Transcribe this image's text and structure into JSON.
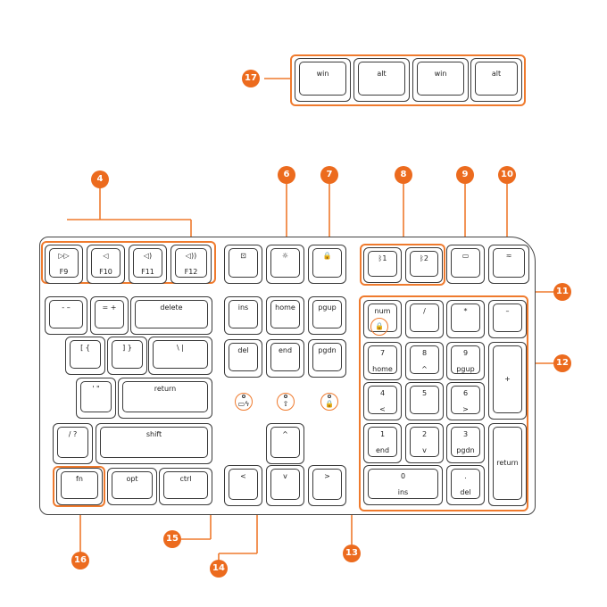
{
  "callouts": [
    {
      "id": "c17",
      "label": "17"
    },
    {
      "id": "c4",
      "label": "4"
    },
    {
      "id": "c6",
      "label": "6"
    },
    {
      "id": "c7",
      "label": "7"
    },
    {
      "id": "c8",
      "label": "8"
    },
    {
      "id": "c9",
      "label": "9"
    },
    {
      "id": "c10",
      "label": "10"
    },
    {
      "id": "c11",
      "label": "11"
    },
    {
      "id": "c12",
      "label": "12"
    },
    {
      "id": "c13",
      "label": "13"
    },
    {
      "id": "c14",
      "label": "14"
    },
    {
      "id": "c15",
      "label": "15"
    },
    {
      "id": "c16",
      "label": "16"
    }
  ],
  "alt_keys": [
    {
      "label": "win"
    },
    {
      "label": "alt"
    },
    {
      "label": "win"
    },
    {
      "label": "alt"
    }
  ],
  "keys": {
    "f9": {
      "l1": "▷▷",
      "l2": "F9"
    },
    "f10": {
      "l1": "◁",
      "l2": "F10"
    },
    "f11": {
      "l1": "◁)",
      "l2": "F11"
    },
    "f12": {
      "l1": "◁))",
      "l2": "F12"
    },
    "screenshot": {
      "l1": "⊡"
    },
    "light": {
      "l1": "☼"
    },
    "lock": {
      "l1": "🔒"
    },
    "bt1": {
      "l1": "ᛒ1"
    },
    "bt2": {
      "l1": "ᛒ2"
    },
    "mode": {
      "l1": "▭"
    },
    "backlight": {
      "l1": "≂"
    },
    "minus": {
      "l1": "- –"
    },
    "equal": {
      "l1": "= +"
    },
    "delete": {
      "l1": "delete"
    },
    "lbracket": {
      "l1": "[ {"
    },
    "rbracket": {
      "l1": "] }"
    },
    "backslash": {
      "l1": "\\ |"
    },
    "quote": {
      "l1": "' \""
    },
    "return": {
      "l1": "return"
    },
    "slash": {
      "l1": "/ ?"
    },
    "shift": {
      "l1": "shift"
    },
    "fn": {
      "l1": "fn"
    },
    "opt": {
      "l1": "opt"
    },
    "ctrl": {
      "l1": "ctrl"
    },
    "ins": {
      "l1": "ins"
    },
    "home": {
      "l1": "home"
    },
    "pgup": {
      "l1": "pgup"
    },
    "del": {
      "l1": "del"
    },
    "end": {
      "l1": "end"
    },
    "pgdn": {
      "l1": "pgdn"
    },
    "up": {
      "l1": "^"
    },
    "left": {
      "l1": "<"
    },
    "down": {
      "l1": "v"
    },
    "right": {
      "l1": ">"
    },
    "num": {
      "l1": "num",
      "l2": "🔒"
    },
    "np_div": {
      "l1": "/"
    },
    "np_mul": {
      "l1": "*"
    },
    "np_sub": {
      "l1": "–"
    },
    "np7": {
      "l1": "7",
      "l2": "home"
    },
    "np8": {
      "l1": "8",
      "l2": "^"
    },
    "np9": {
      "l1": "9",
      "l2": "pgup"
    },
    "np_add": {
      "l1": "+"
    },
    "np4": {
      "l1": "4",
      "l2": "<"
    },
    "np5": {
      "l1": "5"
    },
    "np6": {
      "l1": "6",
      "l2": ">"
    },
    "np1": {
      "l1": "1",
      "l2": "end"
    },
    "np2": {
      "l1": "2",
      "l2": "v"
    },
    "np3": {
      "l1": "3",
      "l2": "pgdn"
    },
    "np_ret": {
      "l1": "return"
    },
    "np0": {
      "l1": "0",
      "l2": "ins"
    },
    "np_dot": {
      "l1": ".",
      "l2": "del"
    }
  },
  "indicators": {
    "battery": {
      "glyph": "▭ϟ"
    },
    "caps": {
      "glyph": "⇧"
    },
    "numlock": {
      "glyph": "🔒"
    }
  },
  "colors": {
    "accent": "#ec6b1e",
    "outline": "#3a3a3a"
  }
}
